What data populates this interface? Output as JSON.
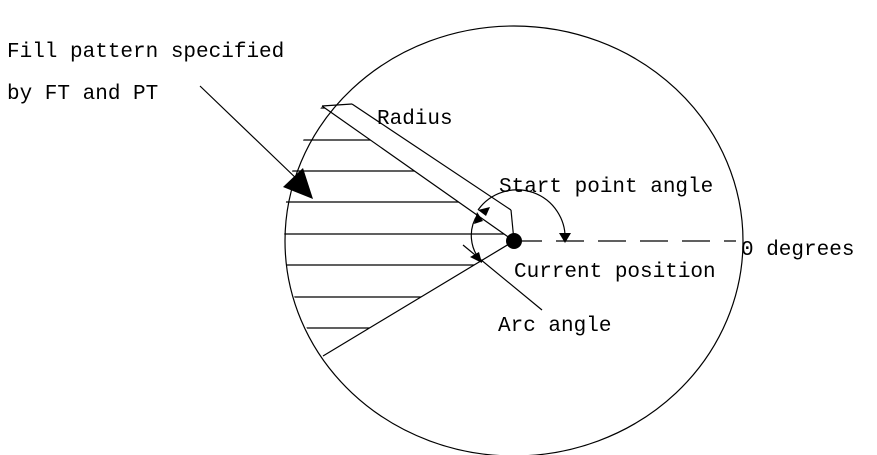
{
  "labels": {
    "fill_pattern_line1": "Fill pattern specified",
    "fill_pattern_line2": "by FT and PT",
    "radius": "Radius",
    "start_point_angle": "Start point angle",
    "zero_degrees": "0 degrees",
    "current_position": "Current position",
    "arc_angle": "Arc angle"
  },
  "colors": {
    "line": "#000000",
    "background": "#ffffff"
  }
}
